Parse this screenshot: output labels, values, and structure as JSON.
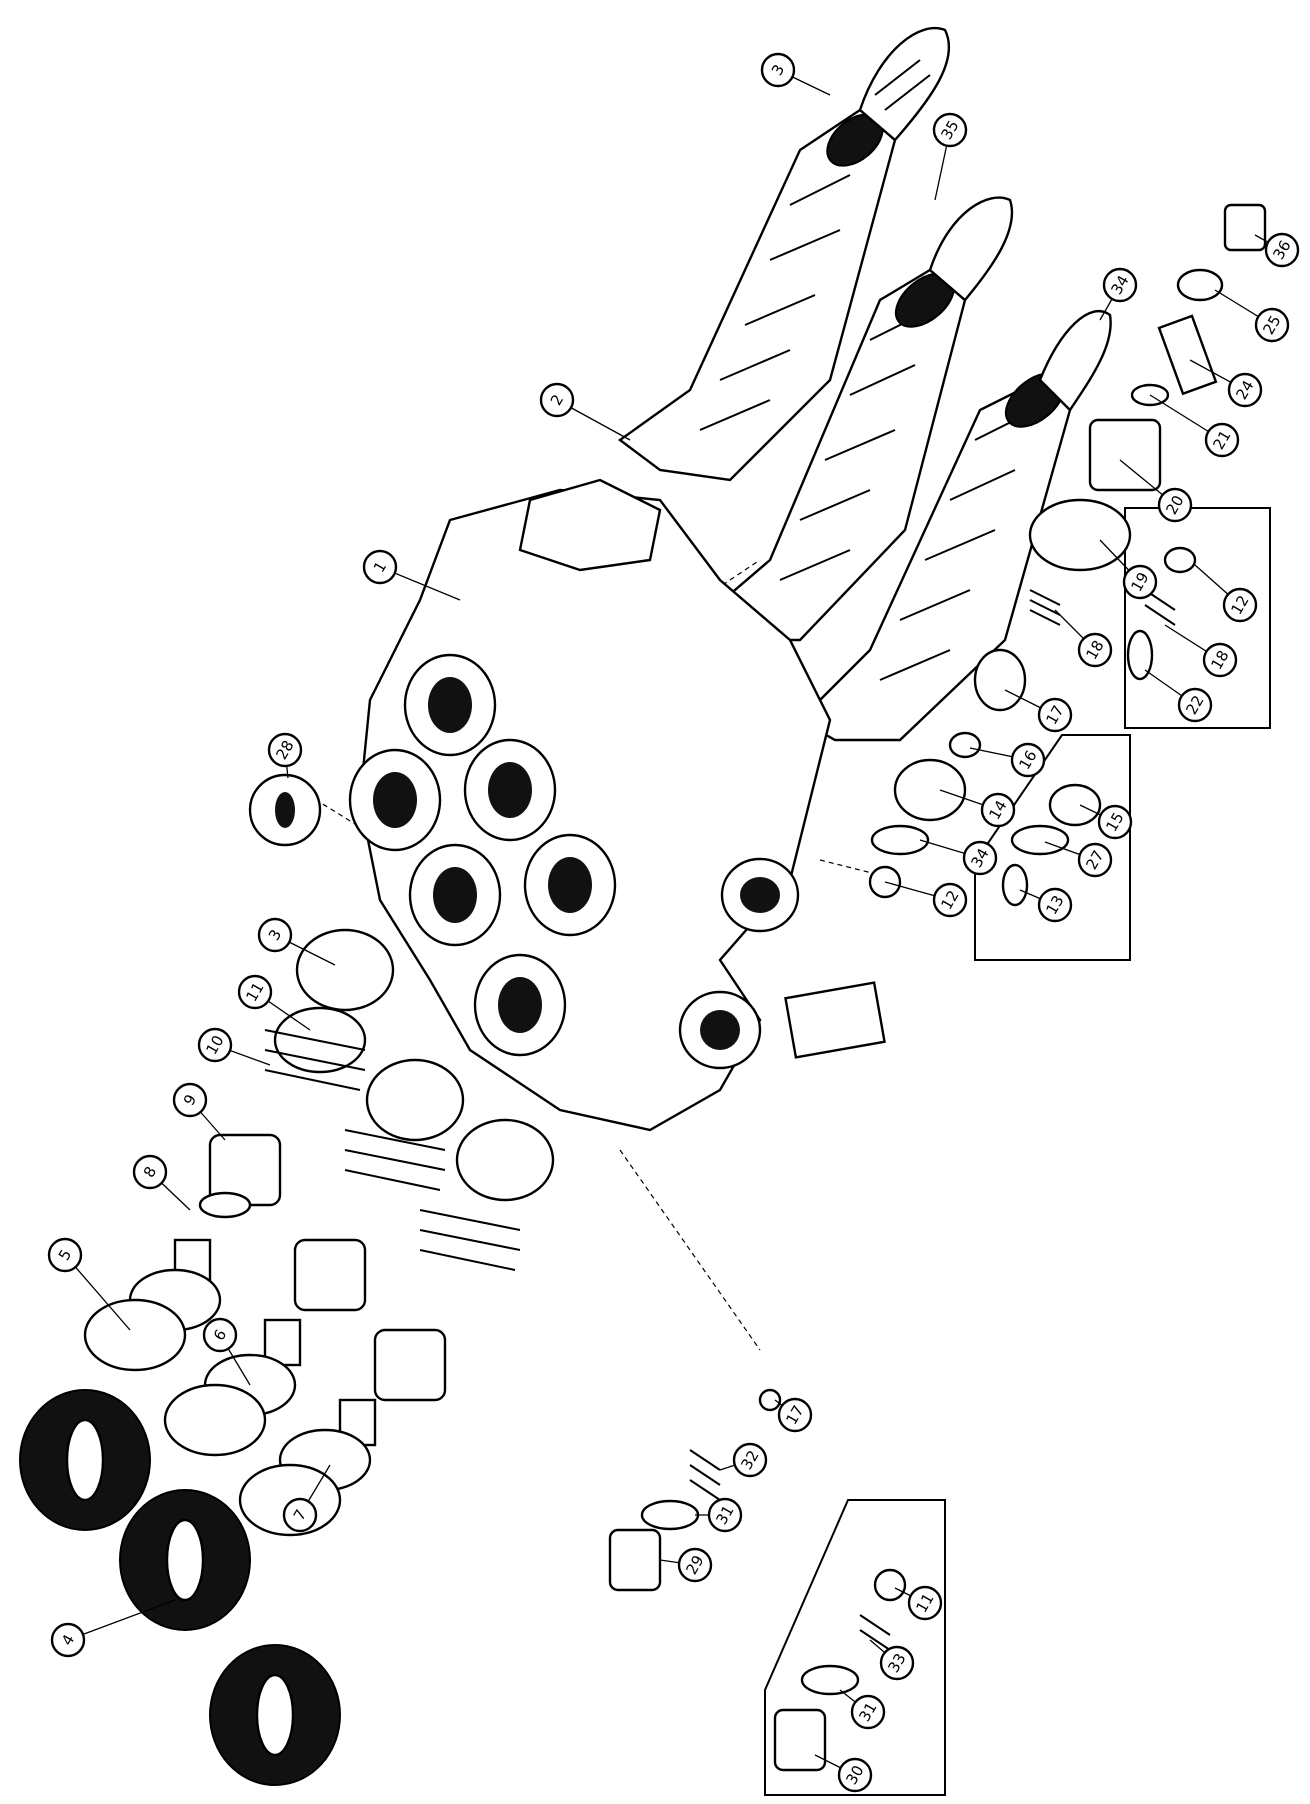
{
  "callouts": [
    {
      "id": "c-3-top",
      "label": "3"
    },
    {
      "id": "c-35-top",
      "label": "35"
    },
    {
      "id": "c-36",
      "label": "36"
    },
    {
      "id": "c-34-top",
      "label": "34"
    },
    {
      "id": "c-25",
      "label": "25"
    },
    {
      "id": "c-24",
      "label": "24"
    },
    {
      "id": "c-21",
      "label": "21"
    },
    {
      "id": "c-20",
      "label": "20"
    },
    {
      "id": "c-2",
      "label": "2"
    },
    {
      "id": "c-1",
      "label": "1"
    },
    {
      "id": "c-19",
      "label": "19"
    },
    {
      "id": "c-12-box",
      "label": "12"
    },
    {
      "id": "c-18-box",
      "label": "18"
    },
    {
      "id": "c-18",
      "label": "18"
    },
    {
      "id": "c-22",
      "label": "22"
    },
    {
      "id": "c-17-mid",
      "label": "17"
    },
    {
      "id": "c-16",
      "label": "16"
    },
    {
      "id": "c-28",
      "label": "28"
    },
    {
      "id": "c-14",
      "label": "14"
    },
    {
      "id": "c-15",
      "label": "15"
    },
    {
      "id": "c-34-ring",
      "label": "34"
    },
    {
      "id": "c-27",
      "label": "27"
    },
    {
      "id": "c-12",
      "label": "12"
    },
    {
      "id": "c-13",
      "label": "13"
    },
    {
      "id": "c-3-left",
      "label": "3"
    },
    {
      "id": "c-11",
      "label": "11"
    },
    {
      "id": "c-10",
      "label": "10"
    },
    {
      "id": "c-9",
      "label": "9"
    },
    {
      "id": "c-8",
      "label": "8"
    },
    {
      "id": "c-5",
      "label": "5"
    },
    {
      "id": "c-6",
      "label": "6"
    },
    {
      "id": "c-7",
      "label": "7"
    },
    {
      "id": "c-4",
      "label": "4"
    },
    {
      "id": "c-17-low",
      "label": "17"
    },
    {
      "id": "c-32",
      "label": "32"
    },
    {
      "id": "c-31",
      "label": "31"
    },
    {
      "id": "c-29",
      "label": "29"
    },
    {
      "id": "c-11-box",
      "label": "11"
    },
    {
      "id": "c-33",
      "label": "33"
    },
    {
      "id": "c-31-box",
      "label": "31"
    },
    {
      "id": "c-30",
      "label": "30"
    }
  ]
}
